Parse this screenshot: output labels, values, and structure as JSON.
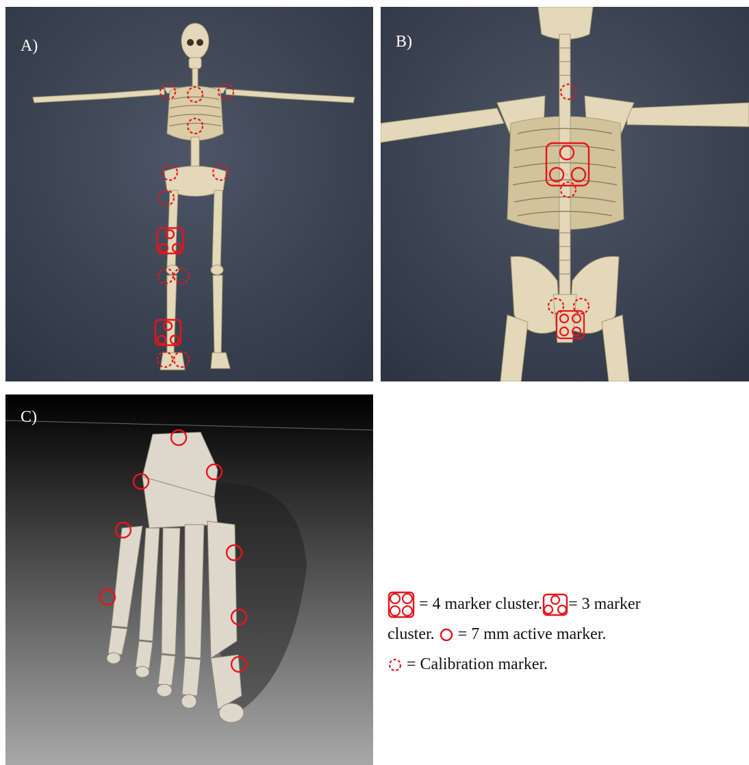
{
  "panels": {
    "a": {
      "label": "A)"
    },
    "b": {
      "label": "B)"
    },
    "c": {
      "label": "C)"
    }
  },
  "legend": {
    "four_cluster_text": "= 4 marker cluster.",
    "three_cluster_text_1": "= 3 marker",
    "three_cluster_text_2": "cluster.",
    "active_text": "= 7 mm active marker.",
    "calibration_text": "= Calibration marker."
  },
  "colors": {
    "marker": "#e8141b",
    "background_dark": "#3a4352",
    "bone": "#e3d8b8"
  },
  "icons": {
    "four_cluster": "four-marker-cluster-icon",
    "three_cluster": "three-marker-cluster-icon",
    "active": "active-marker-icon",
    "calibration": "calibration-marker-icon"
  }
}
